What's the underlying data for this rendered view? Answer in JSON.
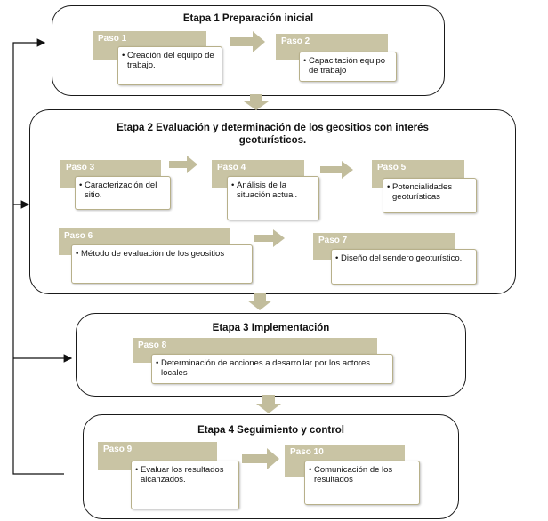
{
  "colors": {
    "tab": "#c9c4a4",
    "arrow": "#c2bd9c",
    "border": "#1a1a1a",
    "box_border": "#b7b08a"
  },
  "stages": [
    {
      "title": "Etapa 1 Preparación inicial",
      "steps": [
        {
          "tab": "Paso 1",
          "text": "Creación del equipo de trabajo."
        },
        {
          "tab": "Paso 2",
          "text": "Capacitación equipo de trabajo"
        }
      ]
    },
    {
      "title": "Etapa 2 Evaluación y determinación de los geositios con interés geoturísticos.",
      "steps": [
        {
          "tab": "Paso 3",
          "text": "Caracterización del sitio."
        },
        {
          "tab": "Paso 4",
          "text": "Análisis de la situación actual."
        },
        {
          "tab": "Paso 5",
          "text": "Potencialidades geoturísticas"
        },
        {
          "tab": "Paso 6",
          "text": "Método de evaluación de los geositios"
        },
        {
          "tab": "Paso 7",
          "text": "Diseño del sendero geoturístico."
        }
      ]
    },
    {
      "title": "Etapa 3 Implementación",
      "steps": [
        {
          "tab": "Paso 8",
          "text": "Determinación de acciones a desarrollar por los actores locales"
        }
      ]
    },
    {
      "title": "Etapa 4 Seguimiento y control",
      "steps": [
        {
          "tab": "Paso 9",
          "text": "Evaluar los resultados alcanzados."
        },
        {
          "tab": "Paso 10",
          "text": "Comunicación de los resultados"
        }
      ]
    }
  ]
}
